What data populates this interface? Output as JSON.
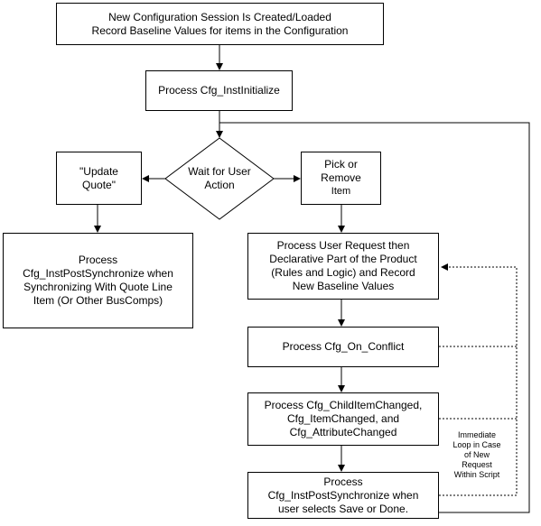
{
  "boxes": {
    "session": [
      "New Configuration Session Is Created/Loaded",
      "Record Baseline Values for items in the Configuration"
    ],
    "inst_initialize": [
      "Process Cfg_InstInitialize"
    ],
    "update_quote": [
      "\"Update",
      "Quote\""
    ],
    "pick_remove": [
      "Pick or",
      "Remove",
      "Item"
    ],
    "post_sync_quote": [
      "Process",
      "Cfg_InstPostSynchronize when",
      "Synchronizing With Quote Line",
      "Item (Or Other BusComps)"
    ],
    "process_request": [
      "Process User Request then",
      "Declarative Part of the Product",
      "(Rules and Logic) and Record",
      "New Baseline Values"
    ],
    "on_conflict": [
      "Process Cfg_On_Conflict"
    ],
    "child_item_changed": [
      "Process Cfg_ChildItemChanged,",
      "Cfg_ItemChanged, and",
      "Cfg_AttributeChanged"
    ],
    "post_sync_save": [
      "Process",
      "Cfg_InstPostSynchronize when",
      "user selects Save or Done."
    ]
  },
  "decision": [
    "Wait for User",
    "Action"
  ],
  "loop_note": [
    "Immediate",
    "Loop in Case",
    "of New",
    "Request",
    "Within Script"
  ]
}
